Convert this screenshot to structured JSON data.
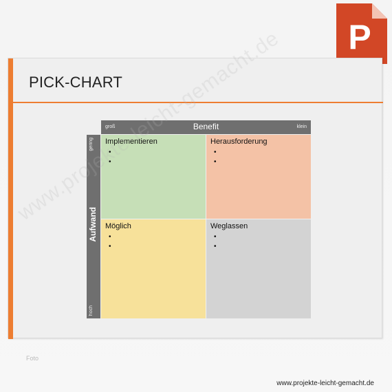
{
  "slide": {
    "title": "PICK-CHART",
    "accent_color": "#ed7d31"
  },
  "chart": {
    "benefit_label": "Benefit",
    "benefit_left": "groß",
    "benefit_right": "klein",
    "aufwand_label": "Aufwand",
    "aufwand_top": "gering",
    "aufwand_bottom": "hoch",
    "quadrants": [
      {
        "title": "Implementieren",
        "color": "#c6dfb7",
        "bullets": [
          "",
          ""
        ]
      },
      {
        "title": "Herausforderung",
        "color": "#f4c2a6",
        "bullets": [
          "",
          ""
        ]
      },
      {
        "title": "Möglich",
        "color": "#f7e19a",
        "bullets": [
          "",
          ""
        ]
      },
      {
        "title": "Weglassen",
        "color": "#d3d3d3",
        "bullets": [
          "",
          ""
        ]
      }
    ]
  },
  "icon": {
    "name": "powerpoint-icon",
    "letter": "P",
    "color": "#d24726"
  },
  "watermark": "www.projekte-leicht-gemacht.de",
  "footer": {
    "faint_text": "Foto",
    "url": "www.projekte-leicht-gemacht.de"
  }
}
